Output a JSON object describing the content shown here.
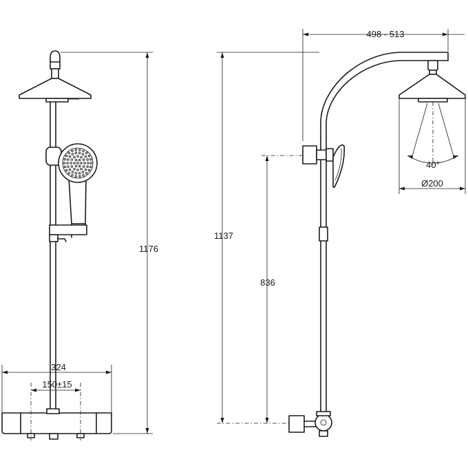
{
  "dimensions": {
    "front_width": "324",
    "front_spacing": "150±15",
    "front_height": "1176",
    "side_reach": "498 - 513",
    "side_height": "1137",
    "side_holder_height": "836",
    "spray_angle": "40°",
    "head_diameter": "Ø200"
  },
  "colors": {
    "line": "#1a1a1a",
    "background": "#ffffff"
  }
}
